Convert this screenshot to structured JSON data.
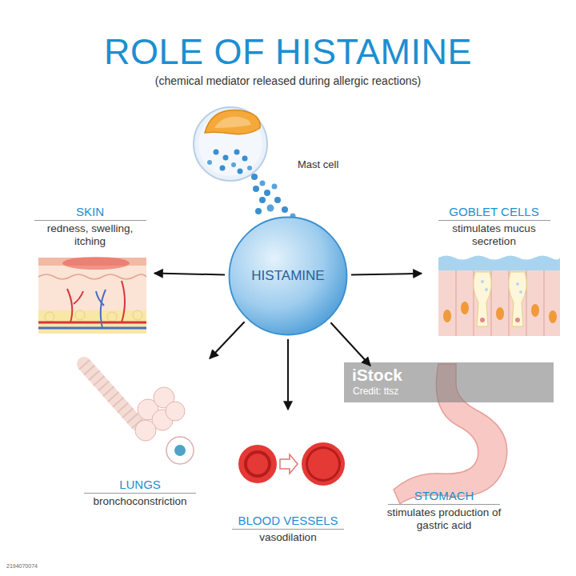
{
  "diagram": {
    "title": "ROLE OF HISTAMINE",
    "caption": "(chemical mediator released during allergic reactions)",
    "nodes": [
      {
        "text": [
          "SKIN",
          "redness, swelling, itching"
        ]
      },
      {
        "text": [
          "HISTAMINE"
        ]
      },
      {
        "text": [
          "GOBLET CELLS",
          "stimulates mucus secretion"
        ]
      },
      {
        "text": [
          "LUNGS",
          "bronchoconstriction"
        ]
      },
      {
        "text": [
          "BLOOD VESSELS",
          "vasodilation"
        ]
      },
      {
        "text": [
          "STOMACH",
          "stimulates production of gastric acid"
        ]
      }
    ],
    "edges": [
      {
        "from": 1,
        "to": 0,
        "arrow": "to"
      },
      {
        "from": 1,
        "to": 2,
        "arrow": "to"
      },
      {
        "from": 1,
        "to": 3,
        "arrow": "to"
      },
      {
        "from": 1,
        "to": 4,
        "arrow": "to"
      },
      {
        "from": 1,
        "to": 5,
        "arrow": "to"
      }
    ],
    "labels": [
      "Mast cell",
      "iStock",
      "Credit: ttsz",
      "2194070074"
    ]
  }
}
